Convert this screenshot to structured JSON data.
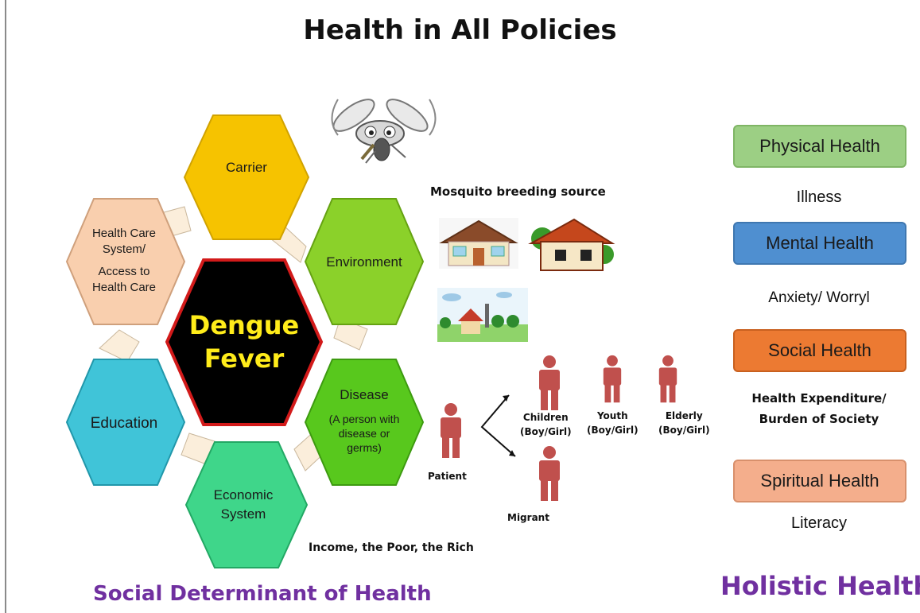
{
  "title": "Health in All Policies",
  "hexagons": {
    "center": {
      "line1": "Dengue",
      "line2": "Fever"
    },
    "carrier": "Carrier",
    "environment": "Environment",
    "disease": {
      "line1": "Disease",
      "line2": "(A person with",
      "line3": "disease or",
      "line4": "germs)"
    },
    "economic": {
      "line1": "Economic",
      "line2": "System"
    },
    "education": "Education",
    "health_care": {
      "line1": "Health Care",
      "line2": "System/",
      "line3": "Access to",
      "line4": "Health Care"
    }
  },
  "mosquito_breeding_label": "Mosquito breeding source",
  "people": {
    "patient": "Patient",
    "children": {
      "line1": "Children",
      "line2": "(Boy/Girl)"
    },
    "youth": {
      "line1": "Youth",
      "line2": "(Boy/Girl)"
    },
    "elderly": {
      "line1": "Elderly",
      "line2": "(Boy/Girl)"
    },
    "migrant": "Migrant"
  },
  "income_label": "Income, the Poor, the Rich",
  "social_determinant_label": "Social Determinant of Health",
  "holistic": {
    "physical": {
      "label": "Physical Health",
      "caption": "Illness"
    },
    "mental": {
      "label": "Mental Health",
      "caption": "Anxiety/ Worryl"
    },
    "social": {
      "label": "Social Health",
      "caption_line1": "Health Expenditure/",
      "caption_line2": "Burden of Society"
    },
    "spiritual": {
      "label": "Spiritual Health",
      "caption": "Literacy"
    },
    "title": "Holistic Health"
  },
  "colors": {
    "carrier": "#f6c300",
    "environment": "#8bd12a",
    "disease": "#58c81d",
    "economic": "#3fd68a",
    "education": "#40c4d8",
    "health_care": "#f9cfae",
    "center": "#000000",
    "center_border": "#d21a1a",
    "center_text": "#ffec1a",
    "physical": "#9ccf84",
    "mental": "#4f8fd0",
    "social": "#ec7a32",
    "spiritual": "#f4ae8c",
    "purple": "#7030a0",
    "person": "#c0504d"
  }
}
